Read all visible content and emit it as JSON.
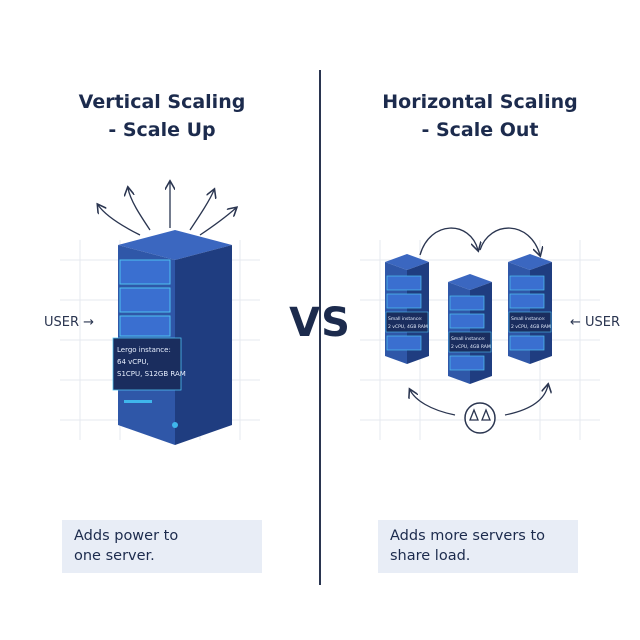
{
  "left": {
    "title_line1": "Vertical Scaling",
    "title_line2": "- Scale Up",
    "user_label": "USER →",
    "server_text": [
      "Lergo instance:",
      "64 vCPU,",
      "S1CPU, S12GB RAM"
    ],
    "note_line1": "Adds power to",
    "note_line2": "one server."
  },
  "vs_label": "VS",
  "right": {
    "title_line1": "Horizontal Scaling",
    "title_line2": "- Scale Out",
    "user_label": "← USER",
    "server_texts": [
      [
        "Small instance:",
        "2 vCPU, 4GB RAM"
      ],
      [
        "Small instance:",
        "2 vCPU, 4GB RAM"
      ],
      [
        "Small instance:",
        "2 vCPU, 4GB RAM"
      ]
    ],
    "note_line1": "Adds more servers to",
    "note_line2": "share load."
  },
  "colors": {
    "server": "#2f57a8",
    "server_dark": "#1f3d80",
    "accent": "#3fb6ec",
    "ink": "#1c2b4d"
  }
}
